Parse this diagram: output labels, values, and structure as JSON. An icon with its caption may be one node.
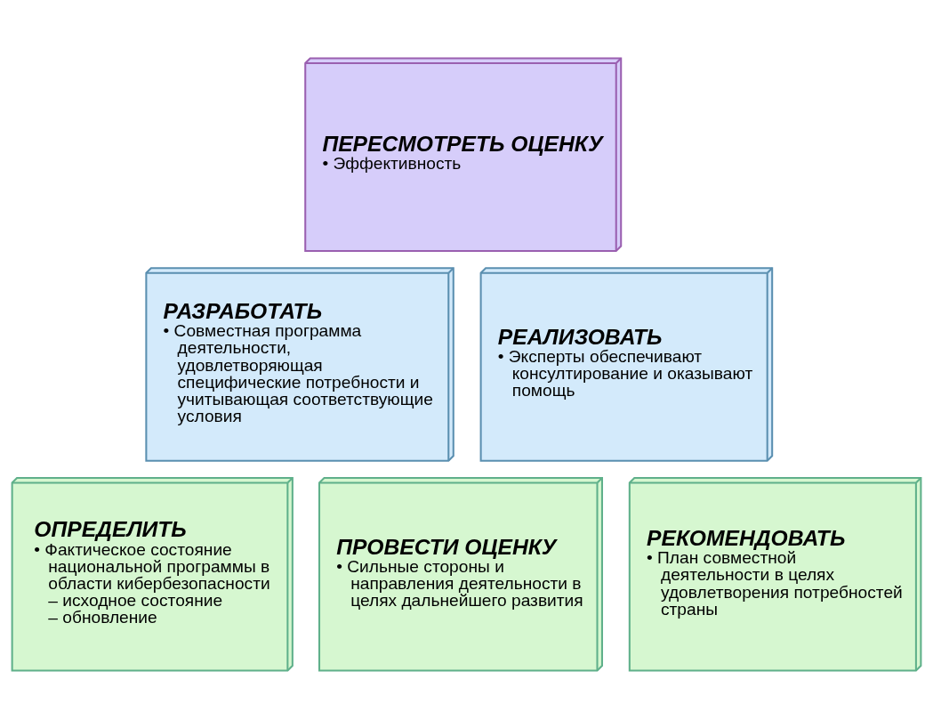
{
  "diagram": {
    "nodes": [
      {
        "text": [
          "ПЕРЕСМОТРЕТЬ ОЦЕНКУ",
          "• Эффективность"
        ]
      },
      {
        "text": [
          "РАЗРАБОТАТЬ",
          "• Совместная программа деятельности, удовлетворяющая специфические потребности и учитывающая соответствующие условия"
        ]
      },
      {
        "text": [
          "РЕАЛИЗОВАТЬ",
          "• Эксперты обеспечивают консултирование и оказывают помощь"
        ]
      },
      {
        "text": [
          "ОПРЕДЕЛИТЬ",
          "• Фактическое состояние национальной программы в области кибербезопасности",
          "– исходное состояние",
          "– обновление"
        ]
      },
      {
        "text": [
          "ПРОВЕСТИ ОЦЕНКУ",
          "• Сильные стороны и направления деятельности в целях дальнейшего развития"
        ]
      },
      {
        "text": [
          "РЕКОМЕНДОВАТЬ",
          "• План совместной деятельности в целях удовлетворения потребностей страны"
        ]
      }
    ],
    "edges": []
  }
}
